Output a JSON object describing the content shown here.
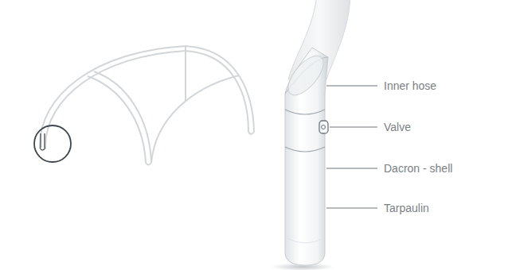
{
  "diagram": {
    "labels": [
      "Inner hose",
      "Valve",
      "Dacron - shell",
      "Tarpaulin"
    ]
  }
}
